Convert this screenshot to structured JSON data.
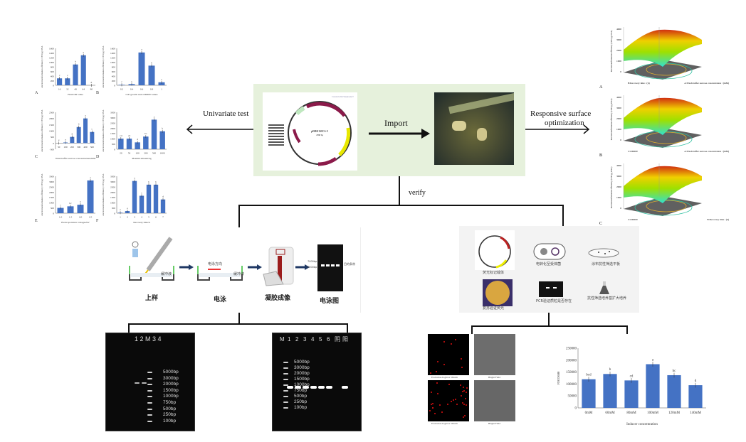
{
  "labels": {
    "univariate": "Univariate test",
    "import": "Import",
    "rsm_line1": "Responsive surface",
    "rsm_line2": "optimization",
    "verify": "verify"
  },
  "panel_letters": [
    "A",
    "B",
    "C",
    "D",
    "E",
    "F"
  ],
  "plasmid": {
    "name": "pBBR1MCS-5",
    "size": "4768 bp",
    "credit": "Created with SnapGene®"
  },
  "surfaces": [
    {
      "letter": "A",
      "x_label": "B:Recovery time / (h)",
      "y_label": "A:Wash buffer sucrose concentration / (mM)",
      "z_label": "Electrotransformation efficiency (CFU/μg DNA)",
      "z_ticks": [
        "0",
        "1000",
        "2000",
        "3000",
        "4000"
      ]
    },
    {
      "letter": "B",
      "x_label": "C:OD600",
      "y_label": "A:Wash buffer sucrose concentration / (mM)",
      "z_label": "Electrotransformation efficiency (CFU/μg DNA)",
      "z_ticks": [
        "0",
        "1000",
        "2000",
        "3000",
        "4000"
      ]
    },
    {
      "letter": "C",
      "x_label": "C:OD600",
      "y_label": "B:Recovery time / (h)",
      "z_label": "Electrotransformation efficiency (CFU/μg DNA)",
      "z_ticks": [
        "0",
        "1000",
        "2000",
        "3000",
        "4000"
      ]
    }
  ],
  "electrophoresis": {
    "steps": [
      "上样",
      "电泳",
      "凝胶成像",
      "电泳图"
    ],
    "buffer": "缓冲液",
    "direction": "电泳方向",
    "target_band": "目的条带",
    "marker_top": "7000bp",
    "marker_bottom": "5000bp",
    "lanes": [
      "1",
      "2",
      "3",
      "4"
    ]
  },
  "verify_flow": {
    "steps": [
      "荧光标记载体",
      "电转化至受体菌",
      "涂布抗性筛选平板",
      "抗性筛选培养基扩大培养",
      "PCR验证质粒是否存在",
      "复苏验证荧光"
    ]
  },
  "gel_left": {
    "lanes": "1 2 M 3 4",
    "ladder": [
      "5000bp",
      "3000bp",
      "2000bp",
      "1500bp",
      "1000bp",
      "750bp",
      "500bp",
      "250bp",
      "100bp"
    ]
  },
  "gel_right": {
    "lanes": [
      "M",
      "1",
      "2",
      "3",
      "4",
      "5",
      "6",
      "阴",
      "阳"
    ],
    "ladder": [
      "5000bp",
      "3000bp",
      "2000bp",
      "1500bp",
      "1000bp",
      "750bp",
      "500bp",
      "250bp",
      "100bp"
    ]
  },
  "microscopy": {
    "fluor": "Excitation Light at 561nm",
    "bright": "Bright Field"
  },
  "chart_data": [
    {
      "type": "bar",
      "id": "A",
      "title": "",
      "xlabel": "Final OD value",
      "ylabel": "electrotransformation efficiency CFU/μg DNA",
      "categories": [
        "16",
        "32",
        "48",
        "64",
        "80"
      ],
      "values": [
        300,
        300,
        900,
        1300,
        0
      ],
      "letters": [
        "c",
        "c",
        "b",
        "a",
        "d"
      ],
      "ylim": [
        0,
        1600
      ],
      "yticks": [
        0,
        200,
        400,
        600,
        800,
        1000,
        1200,
        1400,
        1600
      ]
    },
    {
      "type": "bar",
      "id": "B",
      "title": "",
      "xlabel": "Cell growth state OD600 values",
      "ylabel": "electrotransformation efficiency CFU/μg DNA",
      "categories": [
        "0.2",
        "0.4",
        "0.6",
        "0.8",
        "1"
      ],
      "values": [
        20,
        50,
        1420,
        850,
        130
      ],
      "letters": [
        "c",
        "c",
        "a",
        "b",
        "c"
      ],
      "ylim": [
        0,
        1600
      ],
      "yticks": [
        0,
        200,
        400,
        600,
        800,
        1000,
        1200,
        1400,
        1600
      ]
    },
    {
      "type": "bar",
      "id": "C",
      "title": "",
      "xlabel": "Wash buffer sucrose concentrations/mM",
      "ylabel": "electrotransformation efficiency CFU/μg DNA",
      "categories": [
        "50",
        "100",
        "200",
        "300",
        "400",
        "500"
      ],
      "values": [
        0,
        50,
        500,
        1300,
        2000,
        900
      ],
      "letters": [
        "e",
        "e",
        "d",
        "b",
        "a",
        "c"
      ],
      "ylim": [
        -500,
        2500
      ],
      "yticks": [
        -500,
        0,
        500,
        1000,
        1500,
        2000,
        2500
      ]
    },
    {
      "type": "bar",
      "id": "D",
      "title": "",
      "xlabel": "Plasmid amount/ng",
      "ylabel": "electrotransformation efficiency CFU/μg DNA",
      "categories": [
        "20",
        "50",
        "100",
        "200",
        "500",
        "1000"
      ],
      "values": [
        1000,
        1000,
        650,
        1200,
        2800,
        1700
      ],
      "letters": [
        "cd",
        "cd",
        "d",
        "bc",
        "a",
        "b"
      ],
      "ylim": [
        0,
        3500
      ],
      "yticks": [
        0,
        500,
        1000,
        1500,
        2000,
        2500,
        3000,
        3500
      ]
    },
    {
      "type": "bar",
      "id": "E",
      "title": "",
      "xlabel": "Electroporation voltages/kV",
      "ylabel": "electrotransformation efficiency CFU/μg DNA",
      "categories": [
        "1.0",
        "1.5",
        "2.0",
        "2.5"
      ],
      "values": [
        500,
        650,
        800,
        3100
      ],
      "letters": [
        "c",
        "bc",
        "b",
        "a"
      ],
      "ylim": [
        0,
        3500
      ],
      "yticks": [
        0,
        500,
        1000,
        1500,
        2000,
        2500,
        3000,
        3500
      ]
    },
    {
      "type": "bar",
      "id": "F",
      "title": "",
      "xlabel": "Recovery time/h",
      "ylabel": "electrotransformation efficiency CFU/μg DNA",
      "categories": [
        "1",
        "2",
        "3",
        "4",
        "5",
        "6",
        "7"
      ],
      "values": [
        50,
        200,
        3050,
        1650,
        2700,
        2700,
        1300
      ],
      "letters": [
        "e",
        "e",
        "a",
        "c",
        "b",
        "b",
        "d"
      ],
      "ylim": [
        0,
        3500
      ],
      "yticks": [
        0,
        500,
        1000,
        1500,
        2000,
        2500,
        3000,
        3500
      ]
    },
    {
      "type": "bar",
      "id": "G",
      "title": "",
      "xlabel": "Inducer concentration",
      "ylabel": "FI/OD600",
      "categories": [
        "0mM",
        "60mM",
        "80mM",
        "100mM",
        "120mM",
        "140mM"
      ],
      "values": [
        120000,
        142000,
        115000,
        183000,
        137000,
        95000
      ],
      "letters": [
        "bcd",
        "b",
        "cd",
        "a",
        "bc",
        "d"
      ],
      "ylim": [
        0,
        250000
      ],
      "yticks": [
        0,
        50000,
        100000,
        150000,
        200000,
        250000
      ]
    }
  ],
  "colors": {
    "bar": "#4472c4",
    "green_bg": "#e6f1dc",
    "arrow": "#1f3864"
  }
}
